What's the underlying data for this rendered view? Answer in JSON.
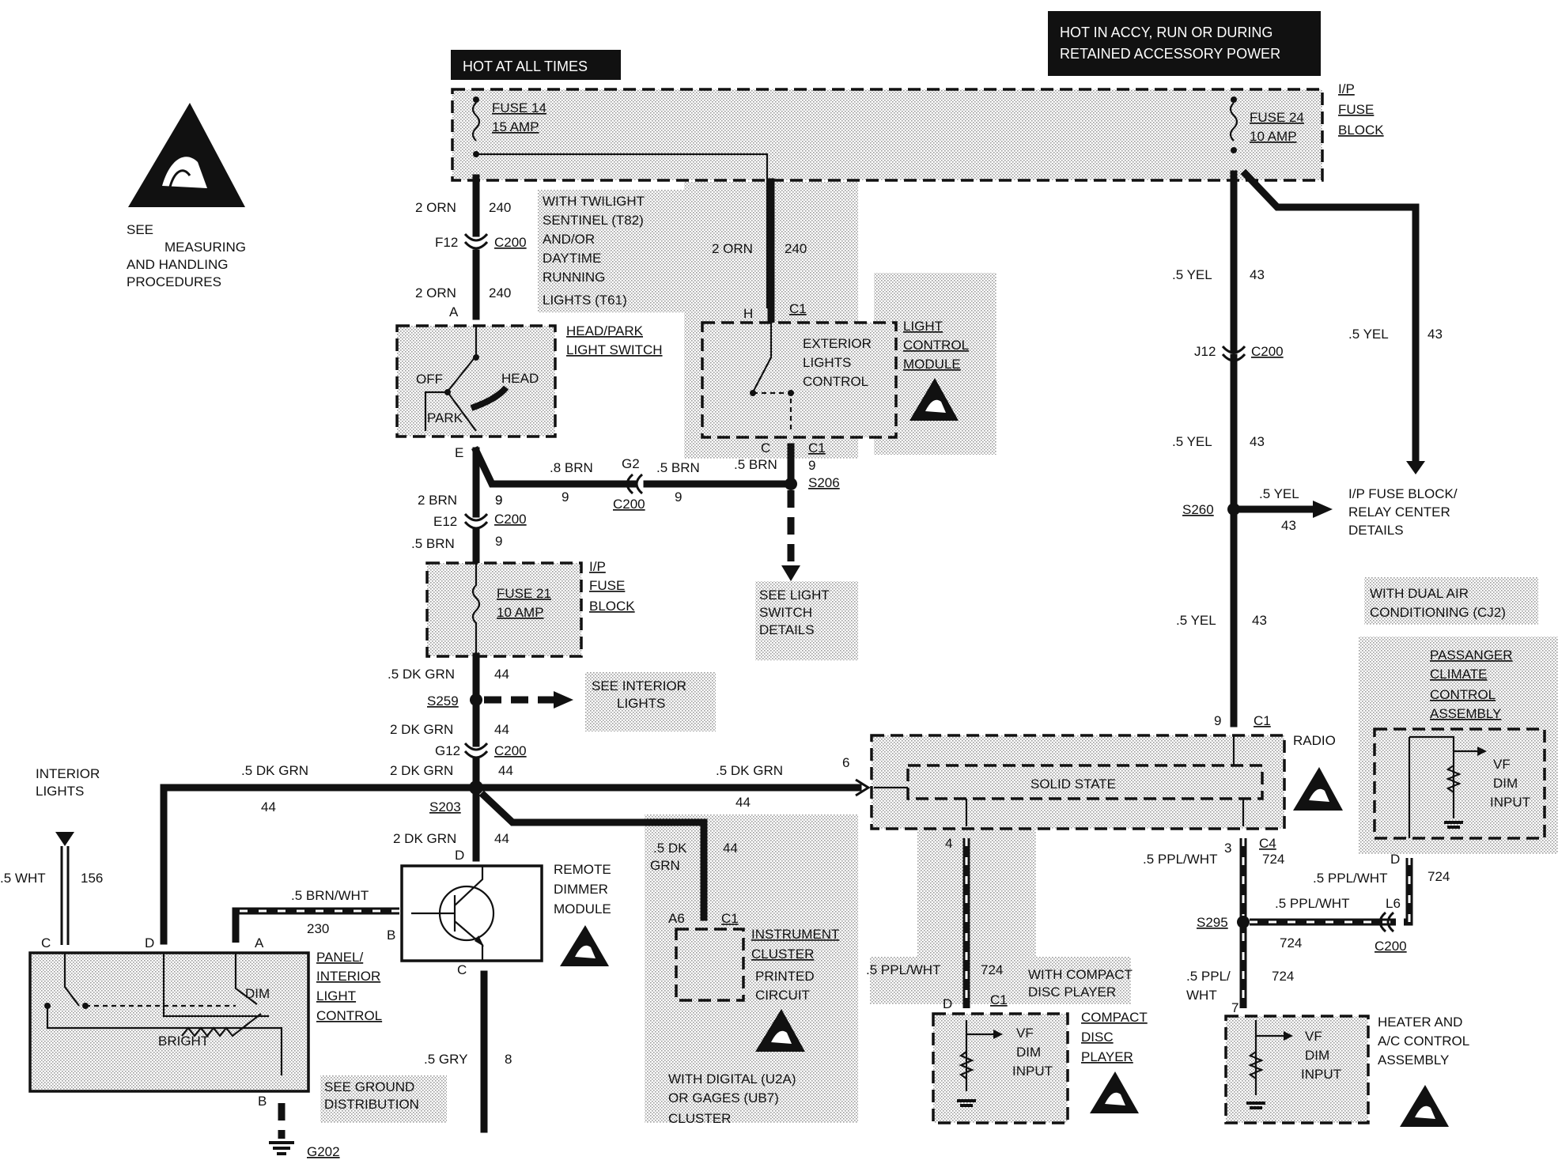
{
  "banners": {
    "hot_at_all_times": "HOT AT ALL TIMES",
    "hot_accy_1": "HOT IN ACCY, RUN OR DURING",
    "hot_accy_2": "RETAINED ACCESSORY POWER"
  },
  "esd_note": [
    "SEE",
    "MEASURING",
    "AND HANDLING",
    "PROCEDURES"
  ],
  "fuse_block_top": {
    "fuse14": [
      "FUSE 14",
      "15 AMP"
    ],
    "fuse24": [
      "FUSE 24",
      "10 AMP"
    ],
    "label": [
      "I/P",
      "FUSE",
      "BLOCK"
    ]
  },
  "twilight_note": [
    "WITH TWILIGHT",
    "SENTINEL (T82)",
    "AND/OR",
    "DAYTIME",
    "RUNNING",
    "LIGHTS (T61)"
  ],
  "wires": {
    "orn_a1": "2 ORN",
    "orn_a1_n": "240",
    "f12": "F12",
    "c200_a": "C200",
    "orn_a2": "2 ORN",
    "orn_a2_n": "240",
    "pin_a": "A",
    "orn_b": "2 ORN",
    "orn_b_n": "240",
    "pin_h": "H",
    "c1_h": "C1",
    "yel_1": ".5 YEL",
    "yel_1_n": "43",
    "j12": "J12",
    "c200_j": "C200",
    "yel_2": ".5 YEL",
    "yel_2_n": "43",
    "yel_r": ".5 YEL",
    "yel_r_n": "43",
    "s260": "S260",
    "yel_s": ".5 YEL",
    "yel_s_n": "43",
    "yel_3": ".5 YEL",
    "yel_3_n": "43",
    "pin_e": "E",
    "brn_8": ".8 BRN",
    "g2": "G2",
    "brn_5a": ".5 BRN",
    "brn_5b": ".5 BRN",
    "pin_c": "C",
    "c1_c": "C1",
    "c1_9": "9",
    "n9a": "9",
    "n9b": "9",
    "n9c": "9",
    "c200_g2": "C200",
    "s206": "S206",
    "brn_2": "2 BRN",
    "n9d": "9",
    "e12": "E12",
    "c200_e": "C200",
    "brn_5c": ".5 BRN",
    "n9e": "9",
    "dkgrn_1": ".5 DK GRN",
    "n44a": "44",
    "s259": "S259",
    "dkgrn_2": "2 DK GRN",
    "n44b": "44",
    "g12": "G12",
    "c200_g12": "C200",
    "dkgrn_3": "2 DK GRN",
    "n44c": "44",
    "dkgrn_l": ".5 DK GRN",
    "n44l": "44",
    "dkgrn_r": ".5 DK GRN",
    "n44r": "44",
    "pin6": "6",
    "s203": "S203",
    "dkgrn_4": "2 DK GRN",
    "n44d": "44",
    "dkgrn_5": ".5 DK",
    "dkgrn_5b": "GRN",
    "n44e": "44",
    "pin_d": "D",
    "brnwht": ".5 BRN/WHT",
    "n230": "230",
    "pin_b": "B",
    "pin_c2": "C",
    "gry": ".5 GRY",
    "n8": "8",
    "wht": ".5 WHT",
    "n156": "156",
    "pin_c3": "C",
    "pin_d3": "D",
    "pin_a3": "A",
    "pin_b3": "B",
    "g202": "G202",
    "a6": "A6",
    "c1_a6": "C1",
    "pin9": "9",
    "c1_r": "C1",
    "pin4": "4",
    "pin3": "3",
    "c4": "C4",
    "n724a": "724",
    "ppl_1": ".5 PPL/WHT",
    "ppl_cd": ".5 PPL/WHT",
    "n724cd": "724",
    "pin_dcd": "D",
    "c1_cd": "C1",
    "ppl_d": ".5 PPL/WHT",
    "n724d": "724",
    "pin_d2": "D",
    "ppl_l6": ".5 PPL/WHT",
    "l6": "L6",
    "s295": "S295",
    "n724s": "724",
    "c200_l6": "C200",
    "ppl_7a": ".5 PPL/",
    "ppl_7b": "WHT",
    "n724_7": "724",
    "pin7": "7"
  },
  "components": {
    "head_switch": [
      "HEAD/PARK",
      "LIGHT SWITCH"
    ],
    "off": "OFF",
    "head": "HEAD",
    "park": "PARK",
    "ext_lights": [
      "EXTERIOR",
      "LIGHTS",
      "CONTROL"
    ],
    "lcm": [
      "LIGHT",
      "CONTROL",
      "MODULE"
    ],
    "fuse21": [
      "FUSE 21",
      "10 AMP"
    ],
    "fuse_block_mid": [
      "I/P",
      "FUSE",
      "BLOCK"
    ],
    "see_light_switch": [
      "SEE LIGHT",
      "SWITCH",
      "DETAILS"
    ],
    "see_interior": [
      "SEE INTERIOR",
      "LIGHTS"
    ],
    "relay_center": [
      "I/P FUSE BLOCK/",
      "RELAY CENTER",
      "DETAILS"
    ],
    "dual_air": [
      "WITH DUAL AIR",
      "CONDITIONING (CJ2)"
    ],
    "passenger_climate": [
      "PASSANGER",
      "CLIMATE",
      "CONTROL",
      "ASSEMBLY"
    ],
    "vf_dim_pc": [
      "VF",
      "DIM",
      "INPUT"
    ],
    "radio": "RADIO",
    "solid_state": "SOLID STATE",
    "interior_lights": [
      "INTERIOR",
      "LIGHTS"
    ],
    "remote_dimmer": [
      "REMOTE",
      "DIMMER",
      "MODULE"
    ],
    "panel_control": [
      "PANEL/",
      "INTERIOR",
      "LIGHT",
      "CONTROL"
    ],
    "dim": "DIM",
    "bright": "BRIGHT",
    "see_ground": [
      "SEE GROUND",
      "DISTRIBUTION"
    ],
    "instrument": [
      "INSTRUMENT",
      "CLUSTER",
      "PRINTED",
      "CIRCUIT"
    ],
    "digital_note": [
      "WITH DIGITAL (U2A)",
      "OR GAGES (UB7)",
      "CLUSTER"
    ],
    "compact_note": [
      "WITH COMPACT",
      "DISC PLAYER"
    ],
    "cd_player": [
      "COMPACT",
      "DISC",
      "PLAYER"
    ],
    "vf_dim_cd": [
      "VF",
      "DIM",
      "INPUT"
    ],
    "heater": [
      "HEATER AND",
      "A/C CONTROL",
      "ASSEMBLY"
    ],
    "vf_dim_h": [
      "VF",
      "DIM",
      "INPUT"
    ]
  }
}
